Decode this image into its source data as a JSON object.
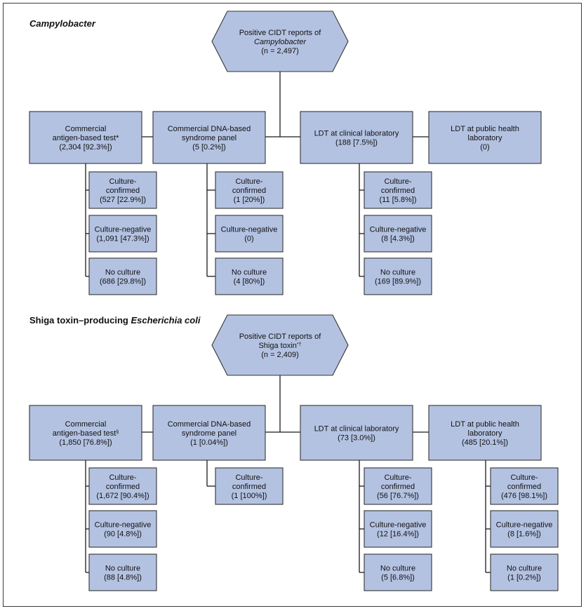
{
  "sections": [
    {
      "title": "Campylobacter",
      "title_parts": [
        {
          "text": "Campylobacter",
          "italic": true
        }
      ],
      "root": {
        "lines": [
          [
            {
              "text": "Positive CIDT reports of"
            }
          ],
          [
            {
              "text": "Campylobacter",
              "italic": true
            }
          ],
          [
            {
              "text": "(n = 2,497)"
            }
          ]
        ]
      },
      "categories": [
        {
          "id": "antigen",
          "lines": [
            [
              {
                "text": "Commercial"
              }
            ],
            [
              {
                "text": "antigen-based test*"
              }
            ],
            [
              {
                "text": "(2,304 [92.3%])"
              }
            ]
          ],
          "children": [
            {
              "lines": [
                [
                  {
                    "text": "Culture-"
                  }
                ],
                [
                  {
                    "text": "confirmed"
                  }
                ],
                [
                  {
                    "text": "(527 [22.9%])"
                  }
                ]
              ]
            },
            {
              "lines": [
                [
                  {
                    "text": "Culture-negative"
                  }
                ],
                [
                  {
                    "text": "(1,091 [47.3%])"
                  }
                ]
              ]
            },
            {
              "lines": [
                [
                  {
                    "text": "No culture"
                  }
                ],
                [
                  {
                    "text": "(686 [29.8%])"
                  }
                ]
              ]
            }
          ]
        },
        {
          "id": "dna",
          "lines": [
            [
              {
                "text": "Commercial DNA-based"
              }
            ],
            [
              {
                "text": "syndrome panel"
              }
            ],
            [
              {
                "text": "(5 [0.2%])"
              }
            ]
          ],
          "children": [
            {
              "lines": [
                [
                  {
                    "text": "Culture-"
                  }
                ],
                [
                  {
                    "text": "confirmed"
                  }
                ],
                [
                  {
                    "text": "(1 [20%])"
                  }
                ]
              ]
            },
            {
              "lines": [
                [
                  {
                    "text": "Culture-negative"
                  }
                ],
                [
                  {
                    "text": "(0)"
                  }
                ]
              ]
            },
            {
              "lines": [
                [
                  {
                    "text": "No culture"
                  }
                ],
                [
                  {
                    "text": "(4 [80%])"
                  }
                ]
              ]
            }
          ]
        },
        {
          "id": "ldt-clinical",
          "lines": [
            [
              {
                "text": "LDT at clinical laboratory"
              }
            ],
            [
              {
                "text": "(188 [7.5%])"
              }
            ]
          ],
          "children": [
            {
              "lines": [
                [
                  {
                    "text": "Culture-"
                  }
                ],
                [
                  {
                    "text": "confirmed"
                  }
                ],
                [
                  {
                    "text": "(11 [5.8%])"
                  }
                ]
              ]
            },
            {
              "lines": [
                [
                  {
                    "text": "Culture-negative"
                  }
                ],
                [
                  {
                    "text": "(8 [4.3%])"
                  }
                ]
              ]
            },
            {
              "lines": [
                [
                  {
                    "text": "No culture"
                  }
                ],
                [
                  {
                    "text": "(169 [89.9%])"
                  }
                ]
              ]
            }
          ]
        },
        {
          "id": "ldt-public",
          "lines": [
            [
              {
                "text": "LDT at public health"
              }
            ],
            [
              {
                "text": "laboratory"
              }
            ],
            [
              {
                "text": "(0)"
              }
            ]
          ],
          "children": []
        }
      ]
    },
    {
      "title": "Shiga toxin–producing Escherichia coli",
      "title_parts": [
        {
          "text": "Shiga toxin–producing "
        },
        {
          "text": "Escherichia coli",
          "italic": true
        }
      ],
      "root": {
        "lines": [
          [
            {
              "text": "Positive CIDT reports of"
            }
          ],
          [
            {
              "text": "Shiga toxin"
            },
            {
              "text": "*†",
              "sup": true
            }
          ],
          [
            {
              "text": "(n = 2,409)"
            }
          ]
        ]
      },
      "categories": [
        {
          "id": "antigen",
          "lines": [
            [
              {
                "text": "Commercial"
              }
            ],
            [
              {
                "text": "antigen-based test"
              },
              {
                "text": "§",
                "sup": true
              }
            ],
            [
              {
                "text": "(1,850 [76.8%])"
              }
            ]
          ],
          "children": [
            {
              "lines": [
                [
                  {
                    "text": "Culture-"
                  }
                ],
                [
                  {
                    "text": "confirmed"
                  }
                ],
                [
                  {
                    "text": "(1,672 [90.4%])"
                  }
                ]
              ]
            },
            {
              "lines": [
                [
                  {
                    "text": "Culture-negative"
                  }
                ],
                [
                  {
                    "text": "(90 [4.8%])"
                  }
                ]
              ]
            },
            {
              "lines": [
                [
                  {
                    "text": "No culture"
                  }
                ],
                [
                  {
                    "text": "(88 [4.8%])"
                  }
                ]
              ]
            }
          ]
        },
        {
          "id": "dna",
          "lines": [
            [
              {
                "text": "Commercial DNA-based"
              }
            ],
            [
              {
                "text": "syndrome panel"
              }
            ],
            [
              {
                "text": "(1 [0.04%])"
              }
            ]
          ],
          "children": [
            {
              "lines": [
                [
                  {
                    "text": "Culture-"
                  }
                ],
                [
                  {
                    "text": "confirmed"
                  }
                ],
                [
                  {
                    "text": "(1 [100%])"
                  }
                ]
              ]
            }
          ]
        },
        {
          "id": "ldt-clinical",
          "lines": [
            [
              {
                "text": "LDT at clinical laboratory"
              }
            ],
            [
              {
                "text": "(73 [3.0%])"
              }
            ]
          ],
          "children": [
            {
              "lines": [
                [
                  {
                    "text": "Culture-"
                  }
                ],
                [
                  {
                    "text": "confirmed"
                  }
                ],
                [
                  {
                    "text": "(56 [76.7%])"
                  }
                ]
              ]
            },
            {
              "lines": [
                [
                  {
                    "text": "Culture-negative"
                  }
                ],
                [
                  {
                    "text": "(12 [16.4%])"
                  }
                ]
              ]
            },
            {
              "lines": [
                [
                  {
                    "text": "No culture"
                  }
                ],
                [
                  {
                    "text": "(5 [6.8%])"
                  }
                ]
              ]
            }
          ]
        },
        {
          "id": "ldt-public",
          "lines": [
            [
              {
                "text": "LDT at public health"
              }
            ],
            [
              {
                "text": "laboratory"
              }
            ],
            [
              {
                "text": "(485 [20.1%])"
              }
            ]
          ],
          "children": [
            {
              "lines": [
                [
                  {
                    "text": "Culture-"
                  }
                ],
                [
                  {
                    "text": "confirmed"
                  }
                ],
                [
                  {
                    "text": "(476 [98.1%])"
                  }
                ]
              ]
            },
            {
              "lines": [
                [
                  {
                    "text": "Culture-negative"
                  }
                ],
                [
                  {
                    "text": "(8 [1.6%])"
                  }
                ]
              ]
            },
            {
              "lines": [
                [
                  {
                    "text": "No culture"
                  }
                ],
                [
                  {
                    "text": "(1 [0.2%])"
                  }
                ]
              ]
            }
          ]
        }
      ]
    }
  ],
  "colors": {
    "box_fill": "#b4c2e2",
    "box_stroke": "#333333",
    "connector": "#1a1a1a",
    "frame": "#3a3a3a"
  }
}
